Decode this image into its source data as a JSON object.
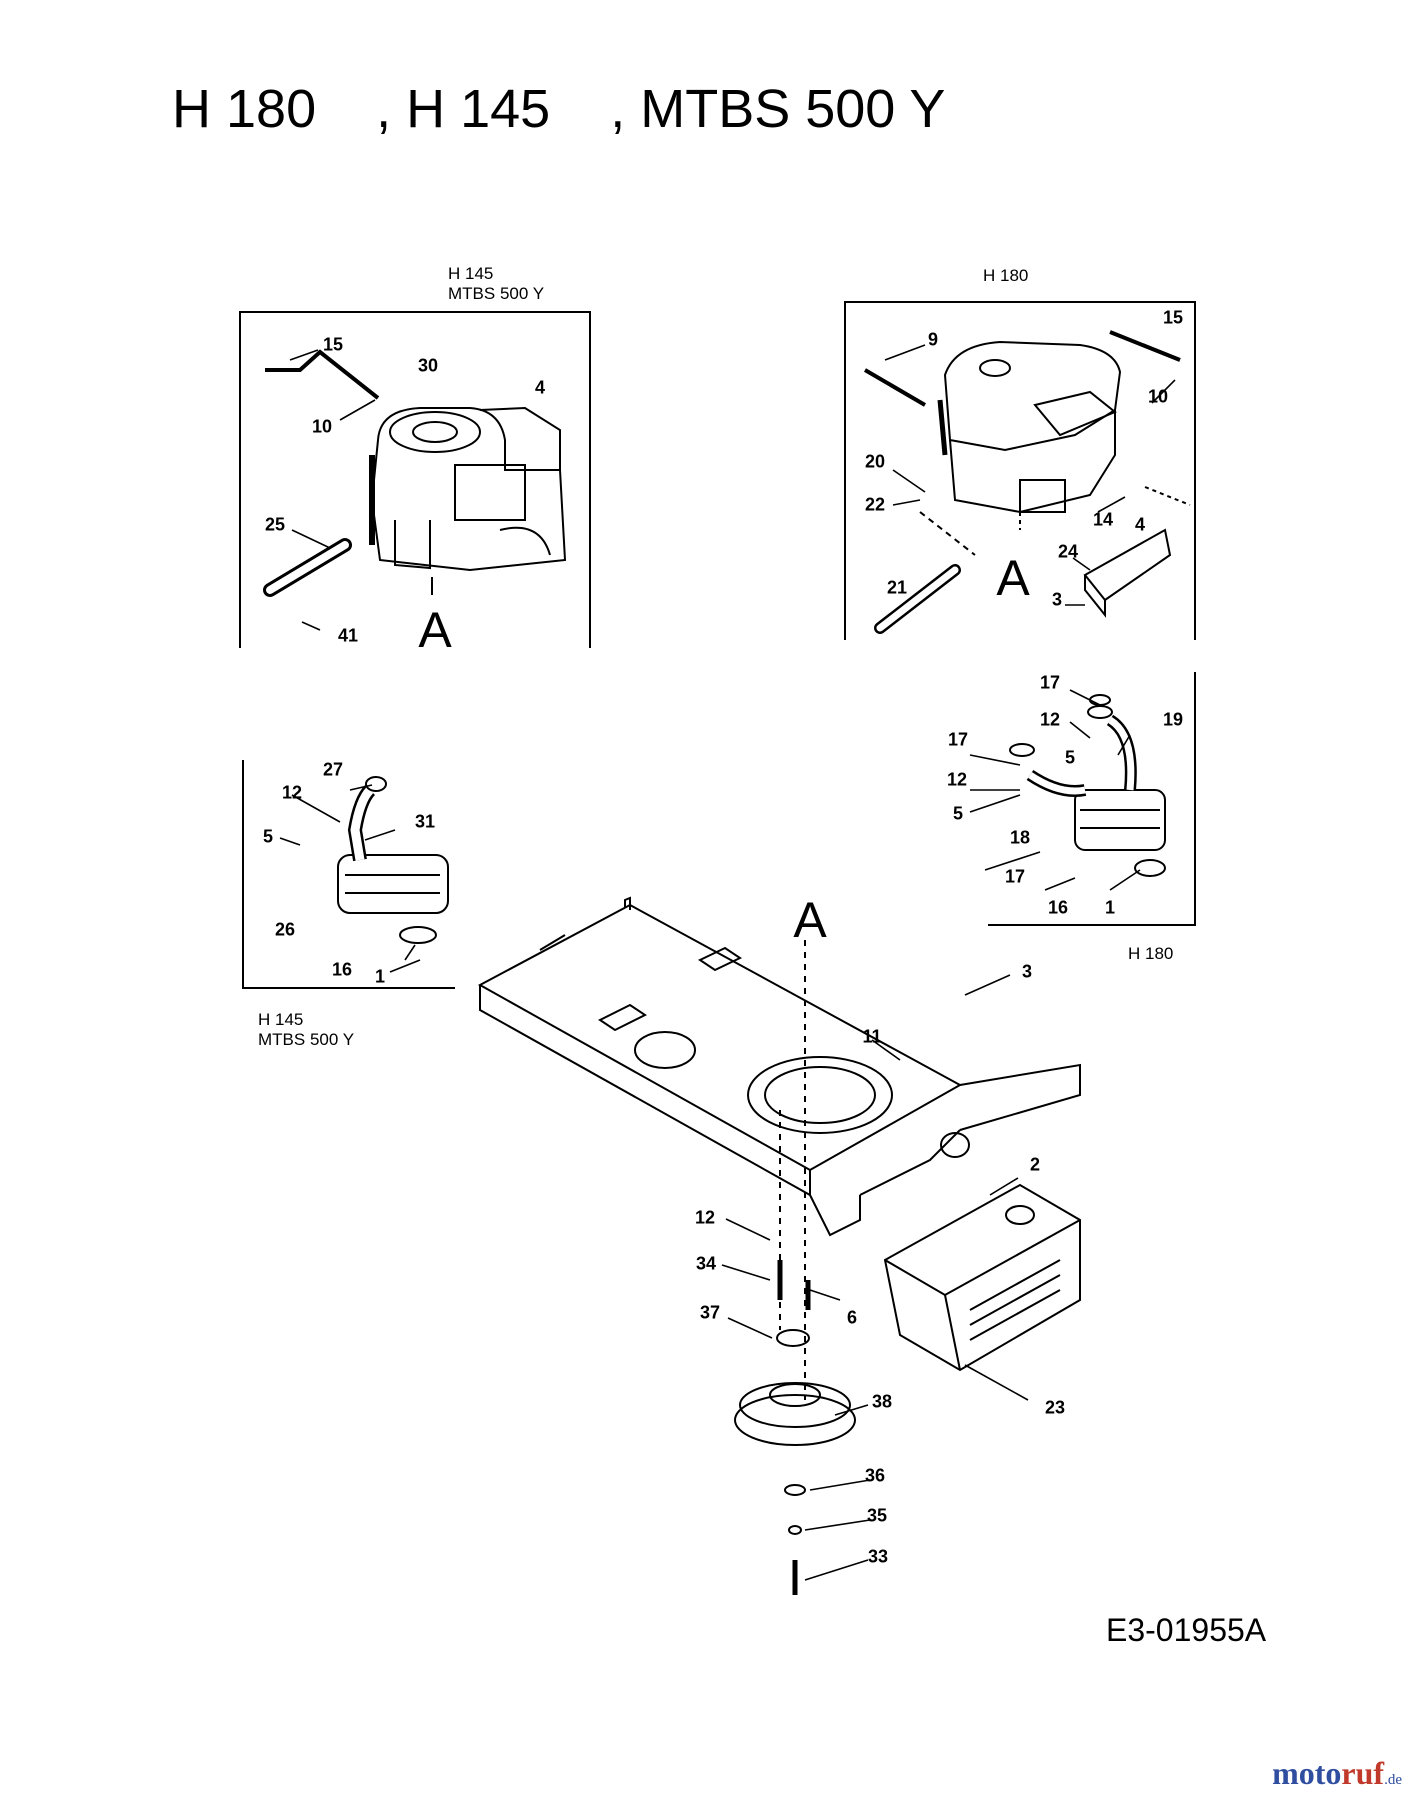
{
  "title": "H 180    , H 145    , MTBS 500 Y",
  "diagram_code": "E3-01955A",
  "insets": {
    "top_left_label": [
      "H 145",
      "MTBS 500 Y"
    ],
    "top_right_label": "H 180",
    "mid_right_label": "H 180",
    "mid_left_label": [
      "H 145",
      "MTBS 500 Y"
    ]
  },
  "ref_mark": "A",
  "callouts": {
    "tl_15": "15",
    "tl_30": "30",
    "tl_4": "4",
    "tl_10": "10",
    "tl_25": "25",
    "tl_41": "41",
    "tr_15": "15",
    "tr_9": "9",
    "tr_10": "10",
    "tr_20": "20",
    "tr_22": "22",
    "tr_14": "14",
    "tr_4": "4",
    "tr_24": "24",
    "tr_21": "21",
    "tr_3": "3",
    "mr_17a": "17",
    "mr_12a": "12",
    "mr_19": "19",
    "mr_17b": "17",
    "mr_5a": "5",
    "mr_12b": "12",
    "mr_5b": "5",
    "mr_18": "18",
    "mr_17c": "17",
    "mr_16": "16",
    "mr_1": "1",
    "ml_27": "27",
    "ml_12": "12",
    "ml_31": "31",
    "ml_5": "5",
    "ml_26": "26",
    "ml_16": "16",
    "ml_1": "1",
    "m_3": "3",
    "m_11": "11",
    "m_2": "2",
    "m_12": "12",
    "m_34": "34",
    "m_6": "6",
    "m_37": "37",
    "m_38": "38",
    "m_23": "23",
    "m_36": "36",
    "m_35": "35",
    "m_33": "33"
  },
  "brand": {
    "part1": "moto",
    "part2": "ruf",
    "part3": ".de"
  },
  "colors": {
    "brand_blue": "#2f4ea0",
    "brand_red": "#c0392b",
    "ink": "#000000"
  }
}
